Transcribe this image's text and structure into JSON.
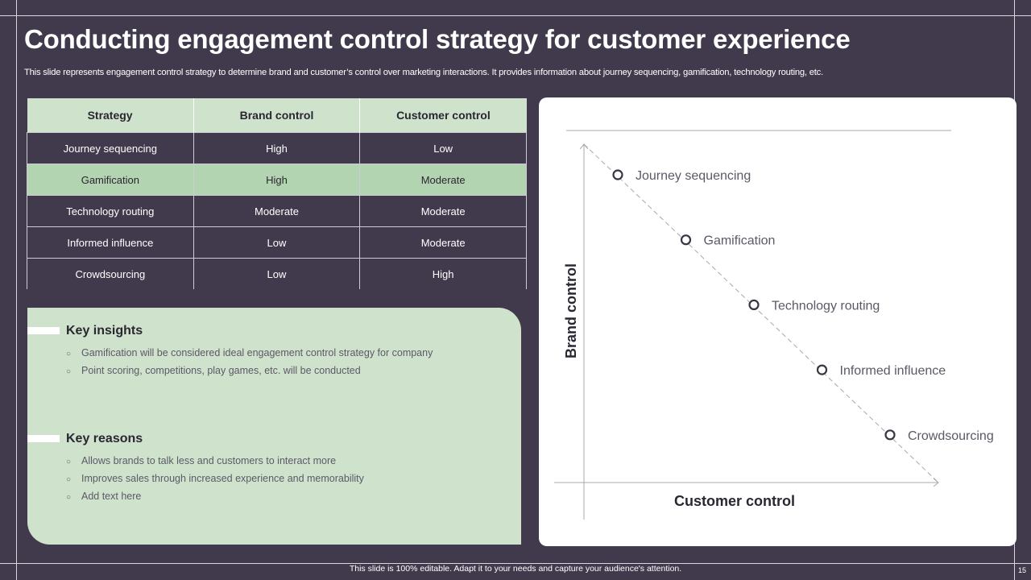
{
  "slide": {
    "title": "Conducting engagement control strategy for customer experience",
    "subtitle": "This slide represents engagement control strategy to  determine brand and customer’s control over marketing interactions. It provides information about journey sequencing, gamification, technology routing, etc.",
    "footer": "This slide is 100% editable.  Adapt it to your needs and capture your audience's attention.",
    "page_number": "15"
  },
  "table": {
    "headers": [
      "Strategy",
      "Brand control",
      "Customer control"
    ],
    "rows": [
      [
        "Journey  sequencing",
        "High",
        "Low"
      ],
      [
        "Gamification",
        "High",
        "Moderate"
      ],
      [
        "Technology  routing",
        "Moderate",
        "Moderate"
      ],
      [
        "Informed  influence",
        "Low",
        "Moderate"
      ],
      [
        "Crowdsourcing",
        "Low",
        "High"
      ]
    ]
  },
  "insights": {
    "key_insights": {
      "heading": "Key insights",
      "items": [
        "Gamification will be considered ideal engagement control strategy for company",
        "Point scoring, competitions, play games, etc. will be conducted"
      ]
    },
    "key_reasons": {
      "heading": "Key reasons",
      "items": [
        "Allows brands to talk less and customers to interact more",
        "Improves  sales through increased experience and memorability",
        "Add text here"
      ]
    }
  },
  "chart_data": {
    "type": "scatter",
    "xlabel": "Customer control",
    "ylabel": "Brand control",
    "trend": "diagonal dashed line from top-left to bottom-right",
    "points": [
      {
        "label": "Journey  sequencing",
        "rank": 1
      },
      {
        "label": "Gamification",
        "rank": 2
      },
      {
        "label": "Technology  routing",
        "rank": 3
      },
      {
        "label": "Informed influence",
        "rank": 4
      },
      {
        "label": "Crowdsourcing",
        "rank": 5
      }
    ]
  },
  "colors": {
    "background": "#403a4c",
    "accent_green": "#cfe3cc",
    "highlight_green": "#b3d4b0"
  }
}
